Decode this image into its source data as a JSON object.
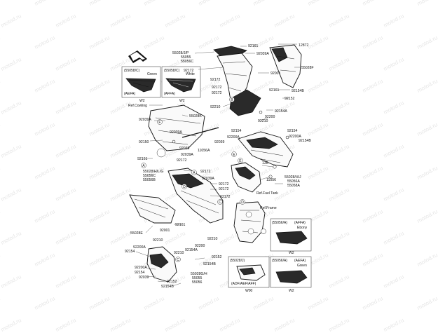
{
  "watermark": "motod.ru",
  "references": {
    "cowling": "Ref.Cowling",
    "fuel_tank": "Ref.Fuel Tank",
    "frame": "Ref.Frame"
  },
  "callout_letters": [
    "A",
    "B",
    "C",
    "D",
    "E",
    "F"
  ],
  "inset_boxes": [
    {
      "code": "(55058/C)",
      "color": "Green",
      "market": "(AEFA)",
      "ref": "W2"
    },
    {
      "code": "(55058/C)",
      "color": "White",
      "market": "(AFFA)",
      "ref": "W2"
    },
    {
      "code": "(55056/A)",
      "color": "Ebony",
      "market": "(AFFA)",
      "ref": "W2"
    },
    {
      "code": "(55028/J)",
      "color": "",
      "market": "(ADF/AEF/AFF)",
      "ref": "W00"
    },
    {
      "code": "(55056/A)",
      "color": "Green",
      "market": "(AEFA)",
      "ref": "W2"
    }
  ],
  "labels": {
    "t_92161_top": "92161",
    "t_55028jp": "55028/J/P",
    "t_55055": "55055",
    "t_55056c": "55056C",
    "t_92039a_top": "92039A",
    "t_12872": "12872",
    "t_55028f": "55028F",
    "t_92172_a": "92172",
    "t_92172_b": "92172",
    "t_92172_c": "92172",
    "t_92172_d": "92172",
    "t_92001_top": "92001",
    "t_92161_mid": "92161",
    "t_92154b_r": "92154B",
    "t_92152_r": "92152",
    "t_92210_top": "92210",
    "t_92154a_r": "92154A",
    "t_92200_r": "92200",
    "t_92210_r2": "92210",
    "t_92154_r": "92154",
    "t_92154_r2": "92154",
    "t_92200a_r": "92200A",
    "t_92154b_r2": "92154B",
    "t_92039_c": "92039",
    "t_92200a_c": "92200A",
    "t_55028k": "55028K",
    "t_92039a_l": "92039A",
    "t_92039a_l2": "92039A",
    "t_92150": "92150",
    "t_92039_l": "92039",
    "t_11056a": "11056A",
    "t_92039a_l3": "92039A",
    "t_92161_l": "92161",
    "t_92172_l": "92172",
    "t_55028hlg": "55028/H/L/G",
    "t_55056c_l": "55056C",
    "t_55056b": "55056B",
    "t_92172_l2": "92172",
    "t_92039a_l4": "92039A",
    "t_92172_l3": "92172",
    "t_92172_l4": "92172",
    "t_92172_l5": "92172",
    "t_55028e": "55028E",
    "t_92001_l": "92001",
    "t_92161_l2": "92161",
    "t_130": "130",
    "t_11056": "11056",
    "t_55028hj": "55028/H/J",
    "t_55056a": "55056A",
    "t_55058a": "55058A",
    "t_92154_l": "92154",
    "t_92200a_l": "92200A",
    "t_92210_l": "92210",
    "t_92154a_l": "92154A",
    "t_92210_l2": "92210",
    "t_92200_l": "92200",
    "t_92210_l3": "92210",
    "t_92154b_l": "92154B",
    "t_92152_l": "92152",
    "t_92200a_l2": "92200A",
    "t_92154_l2": "92154",
    "t_92039_l2": "92039",
    "t_92152_l2": "92152",
    "t_92154b_l2": "92154B",
    "t_55028gh": "55028G/H",
    "t_55055_b": "55055",
    "t_55056_b": "55056"
  }
}
